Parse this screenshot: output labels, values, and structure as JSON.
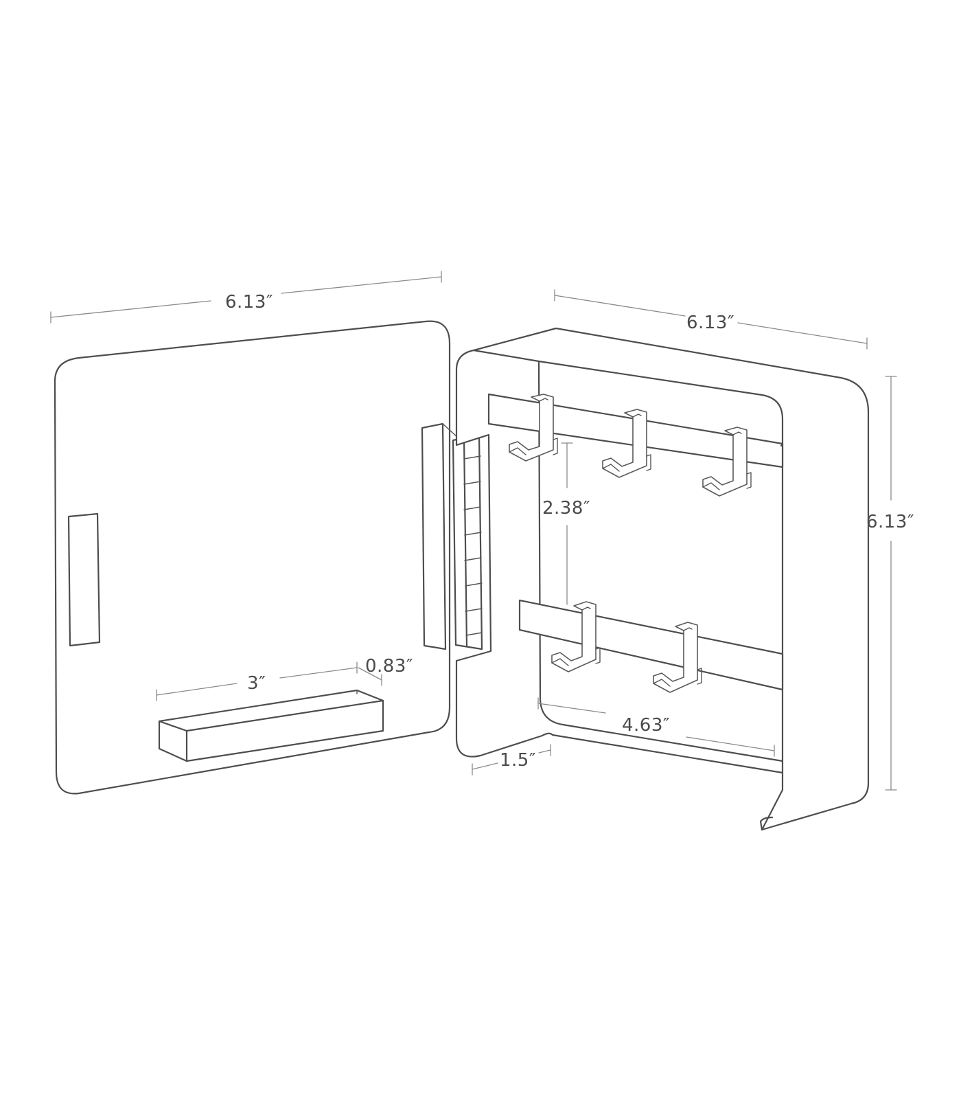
{
  "palette": {
    "line": "#4d4d4d",
    "dimension_line": "#8a8a8a",
    "text": "#4a4a4a",
    "background": "#ffffff"
  },
  "dimensions": {
    "door_width": "6.13″",
    "box_width": "6.13″",
    "box_height": "6.13″",
    "hook_spacing": "2.38″",
    "tray_length": "3″",
    "tray_depth": "0.83″",
    "box_depth": "1.5″",
    "bar_length": "4.63″"
  }
}
